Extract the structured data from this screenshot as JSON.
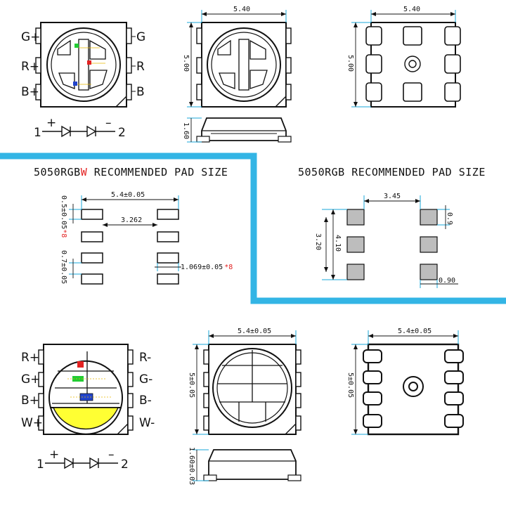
{
  "top_pin_labels": {
    "left": [
      "G+",
      "R+",
      "B+"
    ],
    "right": [
      "G",
      "R",
      "B"
    ]
  },
  "top_diode": {
    "pin1": "1",
    "pin2": "2",
    "plus": "+",
    "minus": "–"
  },
  "top_dims": {
    "width": "5.40",
    "height": "5.00",
    "thickness": "1.60"
  },
  "pad_rgbw": {
    "title_prefix": "5050RGB",
    "title_w": "W",
    "title_suffix": " RECOMMENDED PAD SIZE",
    "dim_span": "5.4±0.05",
    "dim_pad_h": "0.5±0.05",
    "dim_pad_h_suffix": "*8",
    "dim_gap": "3.262",
    "dim_pitch": "0.7±0.05",
    "dim_pad_w": "1.069±0.05",
    "dim_pad_w_suffix": "*8"
  },
  "pad_rgb": {
    "title": "5050RGB RECOMMENDED PAD SIZE",
    "dim_span": "3.45",
    "dim_pad": "0.9",
    "dim_outer": "4.10",
    "dim_pitch": "3.20",
    "dim_pad_w": "0.90"
  },
  "bottom_pin_labels": {
    "left": [
      "R+",
      "G+",
      "B+",
      "W+"
    ],
    "right": [
      "R-",
      "G-",
      "B-",
      "W-"
    ]
  },
  "bottom_diode": {
    "pin1": "1",
    "pin2": "2",
    "plus": "+",
    "minus": "–"
  },
  "bottom_dims": {
    "width": "5.4±0.05",
    "height": "5±0.05",
    "thickness": "1.60±0.03"
  },
  "colors": {
    "accent": "#33b5e5",
    "red": "#e32222",
    "green": "#22cc33",
    "blue": "#2244cc",
    "white_chip": "#ffff33",
    "dimension": "#1aa7d8"
  }
}
